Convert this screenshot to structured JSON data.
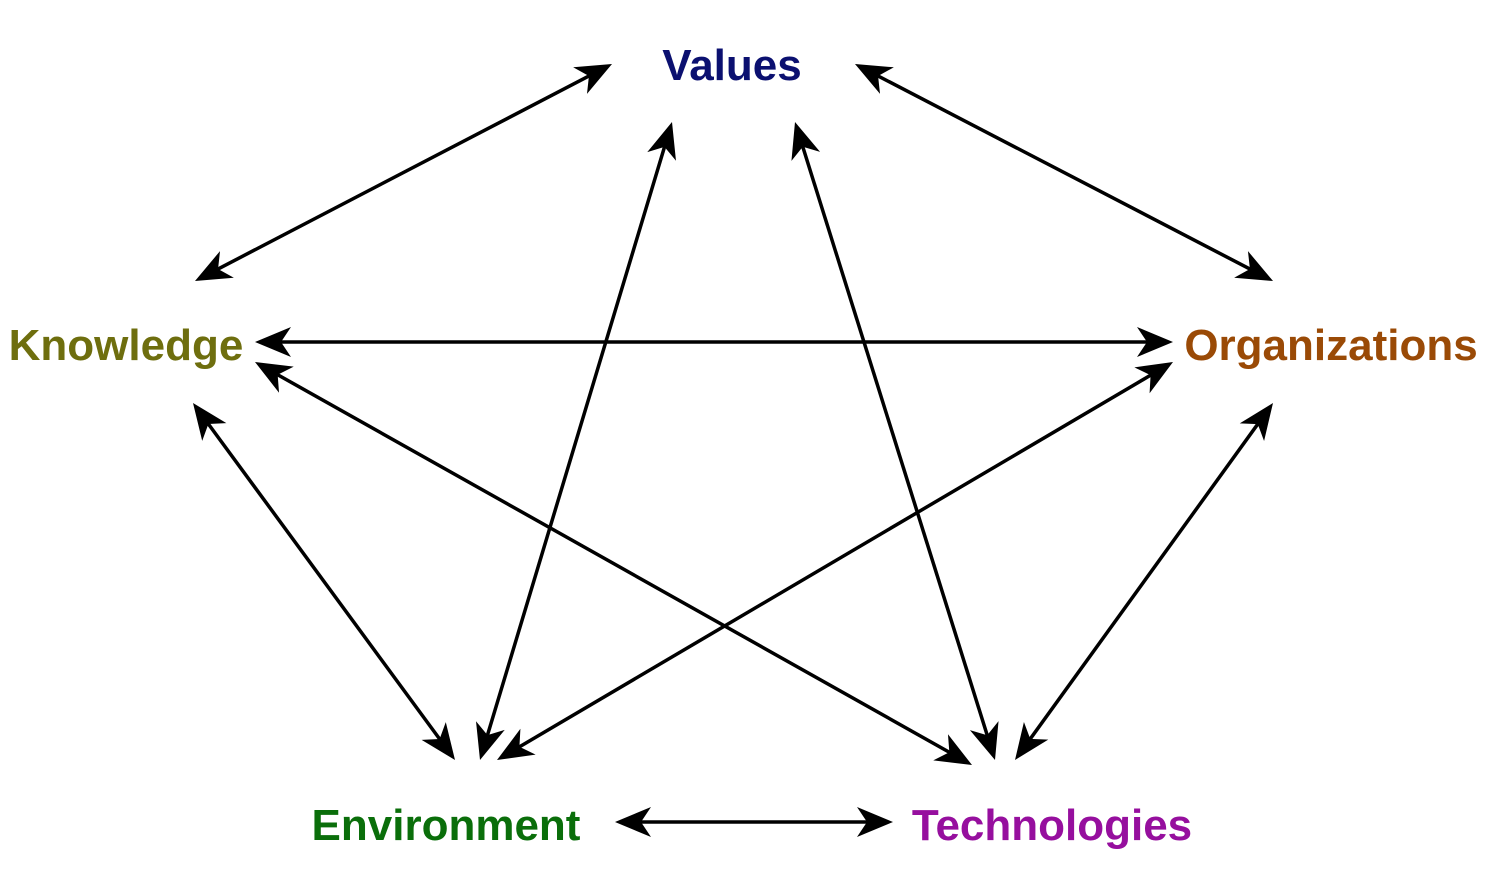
{
  "diagram": {
    "nodes": [
      {
        "id": "values",
        "label": "Values",
        "color": "#0b1070"
      },
      {
        "id": "knowledge",
        "label": "Knowledge",
        "color": "#6e6e0e"
      },
      {
        "id": "organizations",
        "label": "Organizations",
        "color": "#9a4a06"
      },
      {
        "id": "environment",
        "label": "Environment",
        "color": "#0a6e0a"
      },
      {
        "id": "technologies",
        "label": "Technologies",
        "color": "#960f9e"
      }
    ],
    "edges": [
      {
        "from": "values",
        "to": "knowledge",
        "direction": "both"
      },
      {
        "from": "values",
        "to": "organizations",
        "direction": "both"
      },
      {
        "from": "values",
        "to": "environment",
        "direction": "both"
      },
      {
        "from": "values",
        "to": "technologies",
        "direction": "both"
      },
      {
        "from": "knowledge",
        "to": "organizations",
        "direction": "both"
      },
      {
        "from": "knowledge",
        "to": "environment",
        "direction": "both"
      },
      {
        "from": "knowledge",
        "to": "technologies",
        "direction": "both"
      },
      {
        "from": "organizations",
        "to": "environment",
        "direction": "both"
      },
      {
        "from": "organizations",
        "to": "technologies",
        "direction": "both"
      },
      {
        "from": "environment",
        "to": "technologies",
        "direction": "both"
      }
    ],
    "edge_color": "#000000"
  }
}
